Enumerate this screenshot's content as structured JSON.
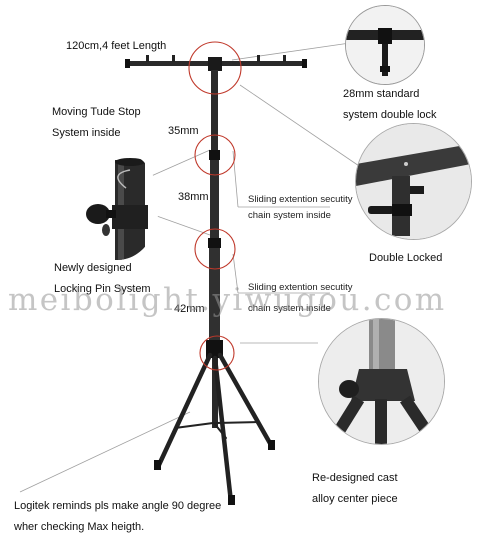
{
  "labels": {
    "length": "120cm,4 feet Length",
    "std_lock_1": "28mm standard",
    "std_lock_2": "system double lock",
    "tube_stop_1": "Moving Tude Stop",
    "tube_stop_2": "System inside",
    "size_35": "35mm",
    "size_38": "38mm",
    "sliding_1a": "Sliding extention secutity",
    "sliding_1b": "chain system inside",
    "double_locked": "Double Locked",
    "newly_1": "Newly designed",
    "newly_2": "Locking Pin System",
    "sliding_2a": "Sliding extention secutity",
    "sliding_2b": "chain system inside",
    "size_42": "42mm",
    "cast_1": "Re-designed cast",
    "cast_2": "alloy center piece",
    "note_1": "Logitek reminds pls make angle 90 degree",
    "note_2": "wher checking Max heigth."
  },
  "watermark": "meibolight.yiwugou.com",
  "colors": {
    "highlight_circle": "#c0392b",
    "metal": "#2a2a2a",
    "leader": "#9a9a9a"
  }
}
